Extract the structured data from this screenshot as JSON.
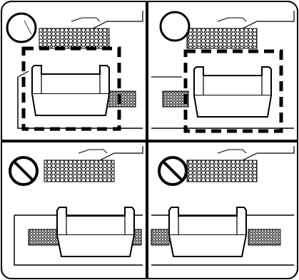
{
  "figure": {
    "kind": "appliance-placement-instructions",
    "panel_border_color": "#000000",
    "background": "#ffffff",
    "panels": [
      {
        "position": "top-left",
        "symbol": "circle-icon",
        "status": "allowed",
        "has_dashed_frame": true
      },
      {
        "position": "top-right",
        "symbol": "circle-icon",
        "status": "allowed",
        "has_dashed_frame": true
      },
      {
        "position": "bottom-left",
        "symbol": "prohibited-icon",
        "status": "not-allowed",
        "has_dashed_frame": false
      },
      {
        "position": "bottom-right",
        "symbol": "prohibited-icon",
        "status": "not-allowed",
        "has_dashed_frame": false
      }
    ]
  }
}
